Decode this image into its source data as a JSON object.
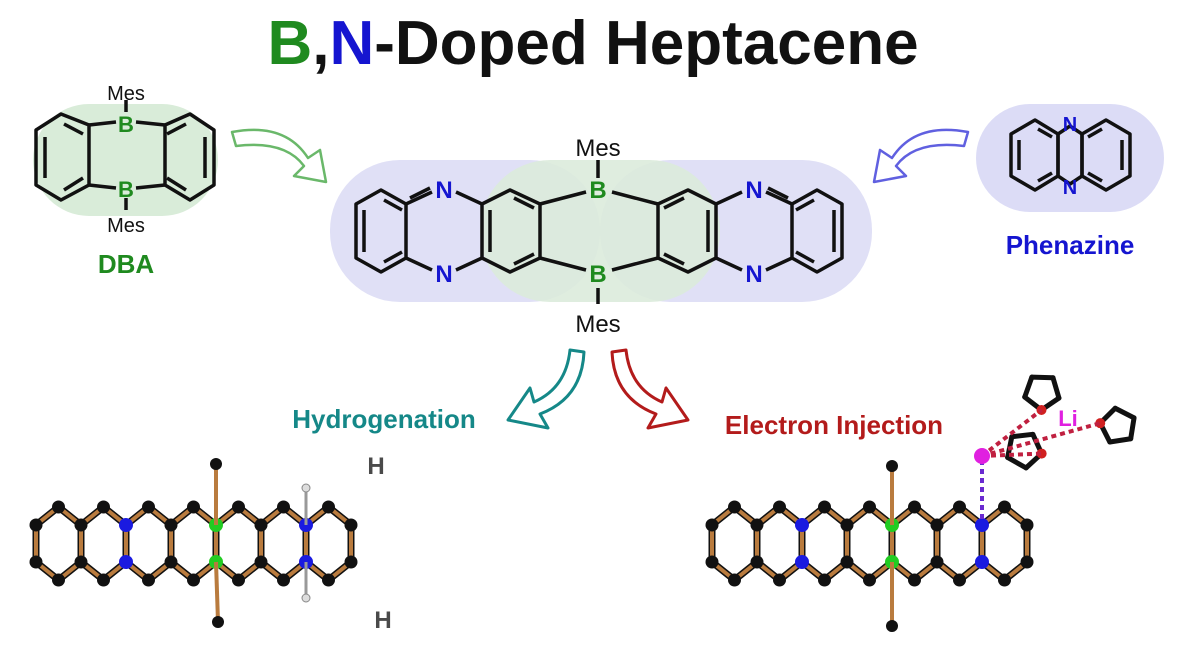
{
  "title": {
    "part_b": "B",
    "comma": ",",
    "part_n": "N",
    "rest": "-Doped Heptacene"
  },
  "colors": {
    "boron": "#1f8a1f",
    "nitrogen": "#1515d0",
    "teal": "#158888",
    "red": "#b31b1b",
    "li": "#e020e0",
    "gray": "#4a4a4a"
  },
  "dba": {
    "label": "DBA",
    "mes_top": "Mes",
    "mes_bottom": "Mes",
    "b_atom": "B"
  },
  "phenazine": {
    "label": "Phenazine",
    "n_atom": "N"
  },
  "center": {
    "mes_top": "Mes",
    "mes_bottom": "Mes",
    "b_atom": "B",
    "n_atom": "N"
  },
  "reactions": {
    "left": "Hydrogenation",
    "right": "Electron Injection"
  },
  "crystal": {
    "h_atom": "H",
    "li_atom": "Li"
  }
}
